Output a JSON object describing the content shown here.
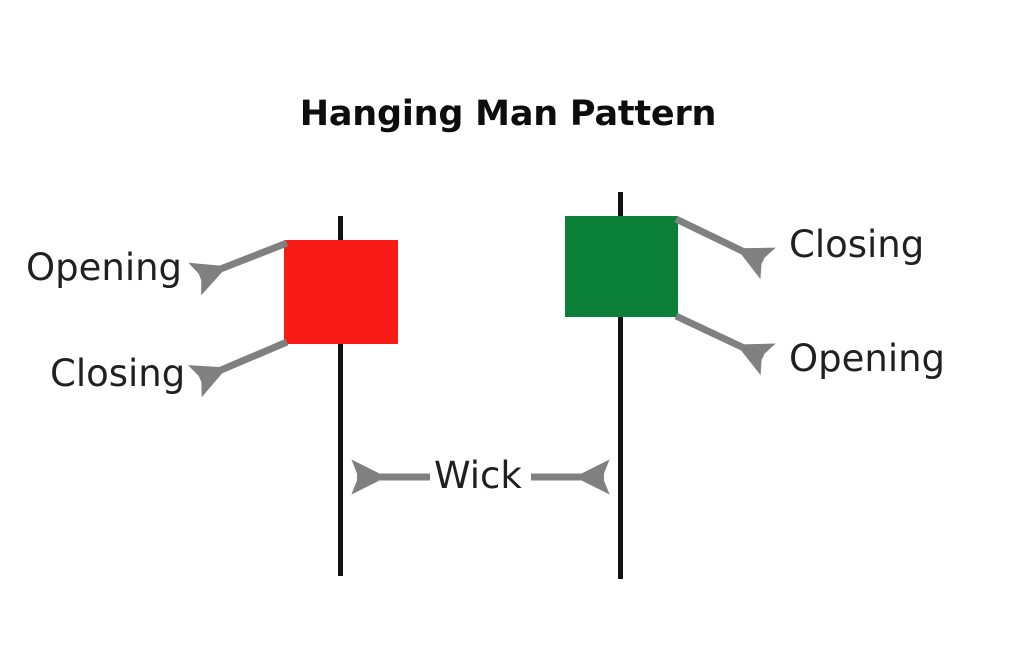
{
  "diagram": {
    "title": "Hanging Man Pattern",
    "background_color": "#ffffff",
    "title_color": "#0d0d0d",
    "label_color": "#231f20",
    "arrow_color": "#808080",
    "wick_color": "#121212",
    "candles": [
      {
        "name": "bearish-candle",
        "body_color": "#f81b16",
        "sentiment": "bearish",
        "labels": {
          "top": "Opening",
          "bottom": "Closing"
        }
      },
      {
        "name": "bullish-candle",
        "body_color": "#0a8039",
        "sentiment": "bullish",
        "labels": {
          "top": "Closing",
          "bottom": "Opening"
        }
      }
    ],
    "annotations": {
      "opening_left": "Opening",
      "closing_left": "Closing",
      "closing_right": "Closing",
      "opening_right": "Opening",
      "wick": "Wick"
    }
  }
}
